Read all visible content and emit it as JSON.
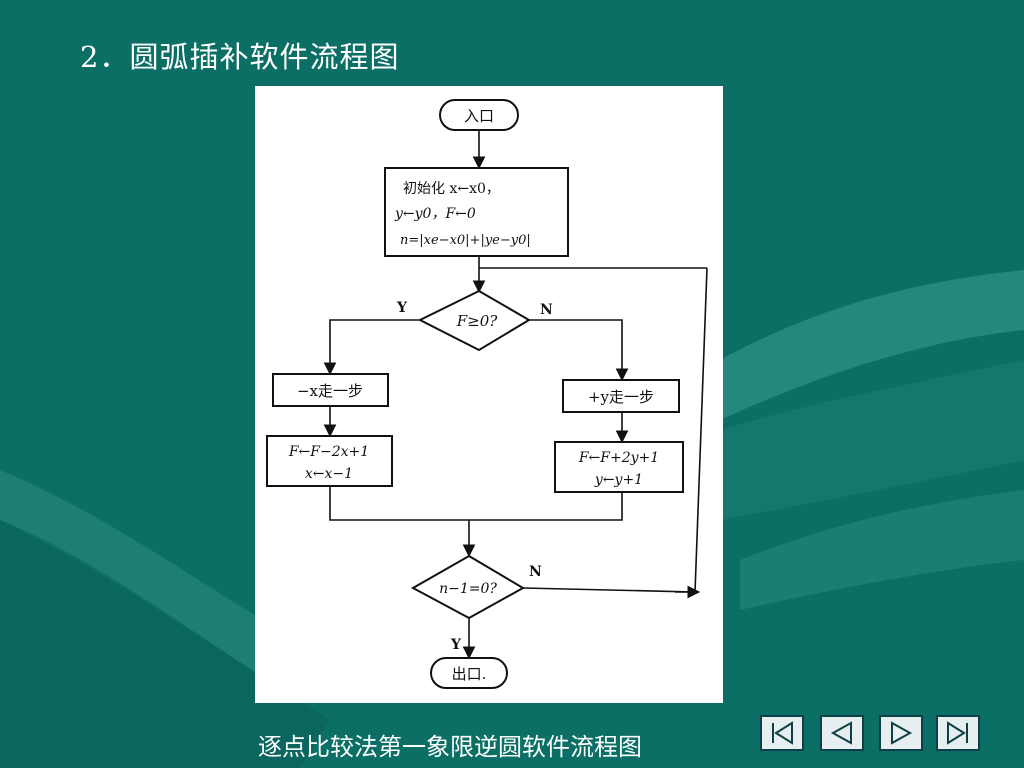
{
  "slide": {
    "title": "2．圆弧插补软件流程图",
    "caption": "逐点比较法第一象限逆圆软件流程图"
  },
  "flowchart": {
    "entry": "入口",
    "init_lines": [
      "初始化 x←x0，",
      "y←y0，F←0",
      "n=|xe−x0|+|ye−y0|"
    ],
    "decision1": "F≥0?",
    "decision1_yes": "Y",
    "decision1_no": "N",
    "left_step": "−x走一步",
    "right_step": "+y走一步",
    "left_update": [
      "F←F−2x+1",
      "x←x−1"
    ],
    "right_update": [
      "F←F+2y+1",
      "y←y+1"
    ],
    "decision2": "n−1=0?",
    "decision2_yes": "Y",
    "decision2_no": "N",
    "exit": "出口."
  },
  "navigation": {
    "buttons": [
      "first-icon",
      "prev-icon",
      "next-icon",
      "last-icon"
    ]
  },
  "colors": {
    "background": "#0b6f66",
    "panel": "#ffffff",
    "text": "#ffffff"
  }
}
